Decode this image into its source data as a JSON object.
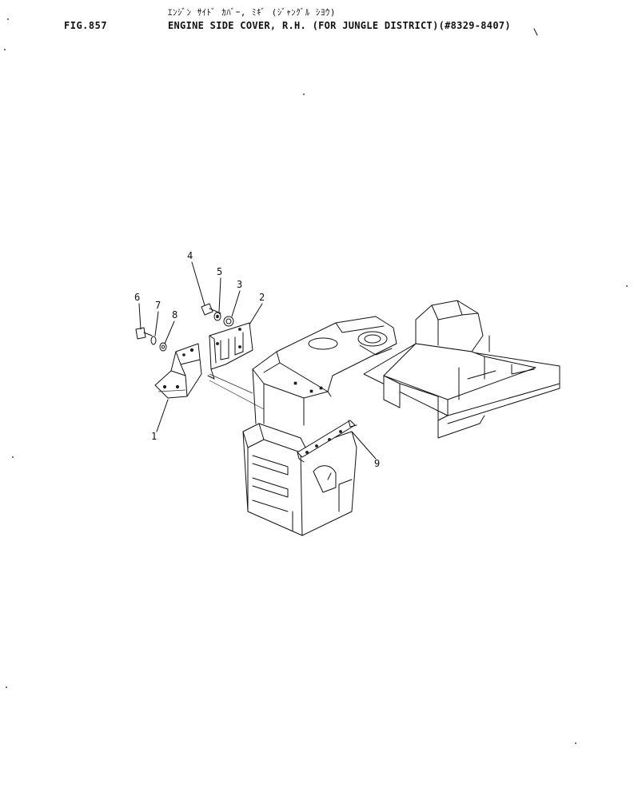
{
  "header": {
    "subtitle_jp": "ｴﾝｼﾞﾝ ｻｲﾄﾞ ｶﾊﾞｰ, ﾐｷﾞ (ｼﾞｬﾝｸﾞﾙ ｼﾖｳ)",
    "fig_number": "FIG.857",
    "title": "ENGINE SIDE COVER, R.H. (FOR JUNGLE DISTRICT)(#8329-8407)"
  },
  "callouts": [
    {
      "id": "callout-1",
      "label": "1"
    },
    {
      "id": "callout-2",
      "label": "2"
    },
    {
      "id": "callout-3",
      "label": "3"
    },
    {
      "id": "callout-4",
      "label": "4"
    },
    {
      "id": "callout-5",
      "label": "5"
    },
    {
      "id": "callout-6",
      "label": "6"
    },
    {
      "id": "callout-7",
      "label": "7"
    },
    {
      "id": "callout-8",
      "label": "8"
    },
    {
      "id": "callout-9",
      "label": "9"
    }
  ]
}
